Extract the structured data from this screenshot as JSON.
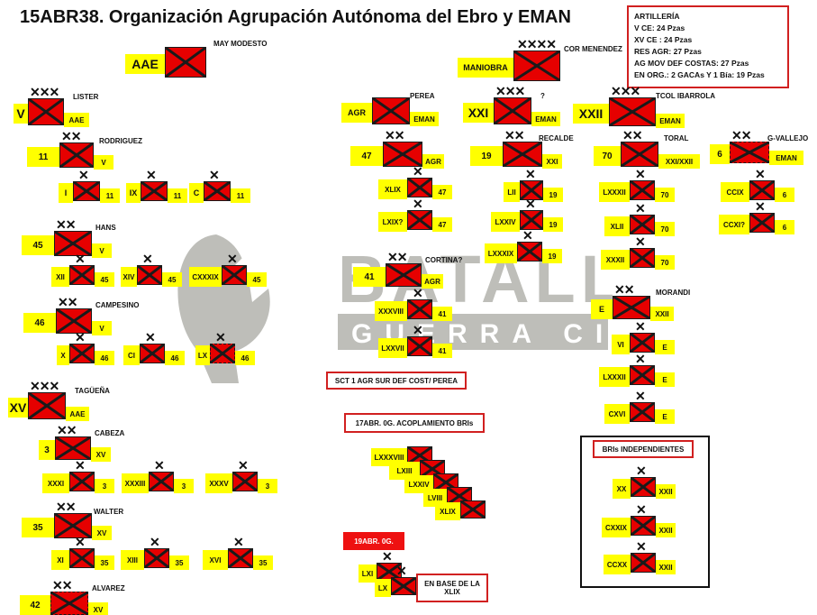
{
  "title": "15ABR38. Organización Agrupación Autónoma del Ebro y EMAN",
  "artilleria": {
    "heading": "ARTILLERÍA",
    "lines": [
      "V CE: 24 Pzas",
      "XV CE : 24 Pzas",
      "RES  AGR:  27 Pzas",
      "AG MOV DEF COSTAS: 27 Pzas",
      "EN ORG.:  2 GACAs Y 1 Bía: 19 Pzas"
    ]
  },
  "watermark": {
    "line1": "BATALLAS",
    "line2": "GUERRA CIVIL"
  },
  "notes": {
    "sct": "SCT 1 AGR SUR DEF COST/ PEREA",
    "acoplamiento": "17ABR. 0G. ACOPLAMIENTO BRIs",
    "abr19": "19ABR. 0G.",
    "en_base": "EN BASE DE LA XLIX",
    "indep_title": "BRIs INDEPENDIENTES"
  },
  "units": [
    {
      "size": "",
      "left": "AAE",
      "right": "",
      "cmd": "MAY MODESTO"
    },
    {
      "size": "XXXX",
      "left": "MANIOBRA",
      "right": "",
      "cmd": "COR MENENDEZ"
    },
    {
      "size": "XXX",
      "left": "V",
      "right": "AAE",
      "cmd": "LISTER"
    },
    {
      "size": "XX",
      "left": "11",
      "right": "V",
      "cmd": "RODRIGUEZ"
    },
    {
      "size": "X",
      "left": "I",
      "right": "11",
      "cmd": ""
    },
    {
      "size": "X",
      "left": "IX",
      "right": "11",
      "cmd": ""
    },
    {
      "size": "X",
      "left": "C",
      "right": "11",
      "cmd": ""
    },
    {
      "size": "XX",
      "left": "45",
      "right": "V",
      "cmd": "HANS"
    },
    {
      "size": "X",
      "left": "XII",
      "right": "45",
      "cmd": ""
    },
    {
      "size": "X",
      "left": "XIV",
      "right": "45",
      "cmd": ""
    },
    {
      "size": "X",
      "left": "CXXXIX",
      "right": "45",
      "cmd": ""
    },
    {
      "size": "XX",
      "left": "46",
      "right": "V",
      "cmd": "CAMPESINO"
    },
    {
      "size": "X",
      "left": "X",
      "right": "46",
      "cmd": ""
    },
    {
      "size": "X",
      "left": "CI",
      "right": "46",
      "cmd": ""
    },
    {
      "size": "X",
      "left": "LX",
      "right": "46",
      "cmd": ""
    },
    {
      "size": "XXX",
      "left": "XV",
      "right": "AAE",
      "cmd": "TAGÜEÑA"
    },
    {
      "size": "XX",
      "left": "3",
      "right": "XV",
      "cmd": "CABEZA"
    },
    {
      "size": "X",
      "left": "XXXI",
      "right": "3",
      "cmd": ""
    },
    {
      "size": "X",
      "left": "XXXIII",
      "right": "3",
      "cmd": ""
    },
    {
      "size": "X",
      "left": "XXXV",
      "right": "3",
      "cmd": ""
    },
    {
      "size": "XX",
      "left": "35",
      "right": "XV",
      "cmd": "WALTER"
    },
    {
      "size": "X",
      "left": "XI",
      "right": "35",
      "cmd": ""
    },
    {
      "size": "X",
      "left": "XIII",
      "right": "35",
      "cmd": ""
    },
    {
      "size": "X",
      "left": "XVI",
      "right": "35",
      "cmd": ""
    },
    {
      "size": "XX",
      "left": "42",
      "right": "XV",
      "cmd": "ALVAREZ"
    },
    {
      "size": "",
      "left": "AGR",
      "right": "EMAN",
      "cmd": "PEREA"
    },
    {
      "size": "XX",
      "left": "47",
      "right": "AGR",
      "cmd": ""
    },
    {
      "size": "X",
      "left": "XLIX",
      "right": "47",
      "cmd": ""
    },
    {
      "size": "X",
      "left": "LXIX?",
      "right": "47",
      "cmd": ""
    },
    {
      "size": "XX",
      "left": "41",
      "right": "AGR",
      "cmd": "CORTINA?"
    },
    {
      "size": "X",
      "left": "XXXVIII",
      "right": "41",
      "cmd": ""
    },
    {
      "size": "X",
      "left": "LXXVII",
      "right": "41",
      "cmd": ""
    },
    {
      "size": "XXX",
      "left": "XXI",
      "right": "EMAN",
      "cmd": "?"
    },
    {
      "size": "XX",
      "left": "19",
      "right": "XXI",
      "cmd": "RECALDE"
    },
    {
      "size": "X",
      "left": "LII",
      "right": "19",
      "cmd": ""
    },
    {
      "size": "X",
      "left": "LXXIV",
      "right": "19",
      "cmd": ""
    },
    {
      "size": "X",
      "left": "LXXXIX",
      "right": "19",
      "cmd": ""
    },
    {
      "size": "XXX",
      "left": "XXII",
      "right": "EMAN",
      "cmd": "TCOL IBARROLA"
    },
    {
      "size": "XX",
      "left": "70",
      "right": "XXI/XXII",
      "cmd": "TORAL"
    },
    {
      "size": "X",
      "left": "LXXXII",
      "right": "70",
      "cmd": ""
    },
    {
      "size": "X",
      "left": "XLII",
      "right": "70",
      "cmd": ""
    },
    {
      "size": "X",
      "left": "XXXII",
      "right": "70",
      "cmd": ""
    },
    {
      "size": "XX",
      "left": "E",
      "right": "XXII",
      "cmd": "MORANDI"
    },
    {
      "size": "X",
      "left": "VI",
      "right": "E",
      "cmd": ""
    },
    {
      "size": "X",
      "left": "LXXXII",
      "right": "E",
      "cmd": ""
    },
    {
      "size": "X",
      "left": "CXVI",
      "right": "E",
      "cmd": ""
    },
    {
      "size": "XX",
      "left": "6",
      "right": "EMAN",
      "cmd": "G-VALLEJO"
    },
    {
      "size": "X",
      "left": "CCIX",
      "right": "6",
      "cmd": ""
    },
    {
      "size": "X",
      "left": "CCXI?",
      "right": "6",
      "cmd": ""
    },
    {
      "size": "X",
      "left": "XX",
      "right": "XXII",
      "cmd": ""
    },
    {
      "size": "X",
      "left": "CXXIX",
      "right": "XXII",
      "cmd": ""
    },
    {
      "size": "X",
      "left": "CCXX",
      "right": "XXII",
      "cmd": ""
    },
    {
      "size": "",
      "left": "LXXXVIII",
      "right": "",
      "cmd": ""
    },
    {
      "size": "",
      "left": "LXIII",
      "right": "",
      "cmd": ""
    },
    {
      "size": "",
      "left": "LXXIV",
      "right": "",
      "cmd": ""
    },
    {
      "size": "",
      "left": "LVIII",
      "right": "",
      "cmd": ""
    },
    {
      "size": "",
      "left": "XLIX",
      "right": "",
      "cmd": ""
    },
    {
      "size": "X",
      "left": "LXI",
      "right": "",
      "cmd": ""
    },
    {
      "size": "X",
      "left": "LX",
      "right": "",
      "cmd": ""
    }
  ]
}
